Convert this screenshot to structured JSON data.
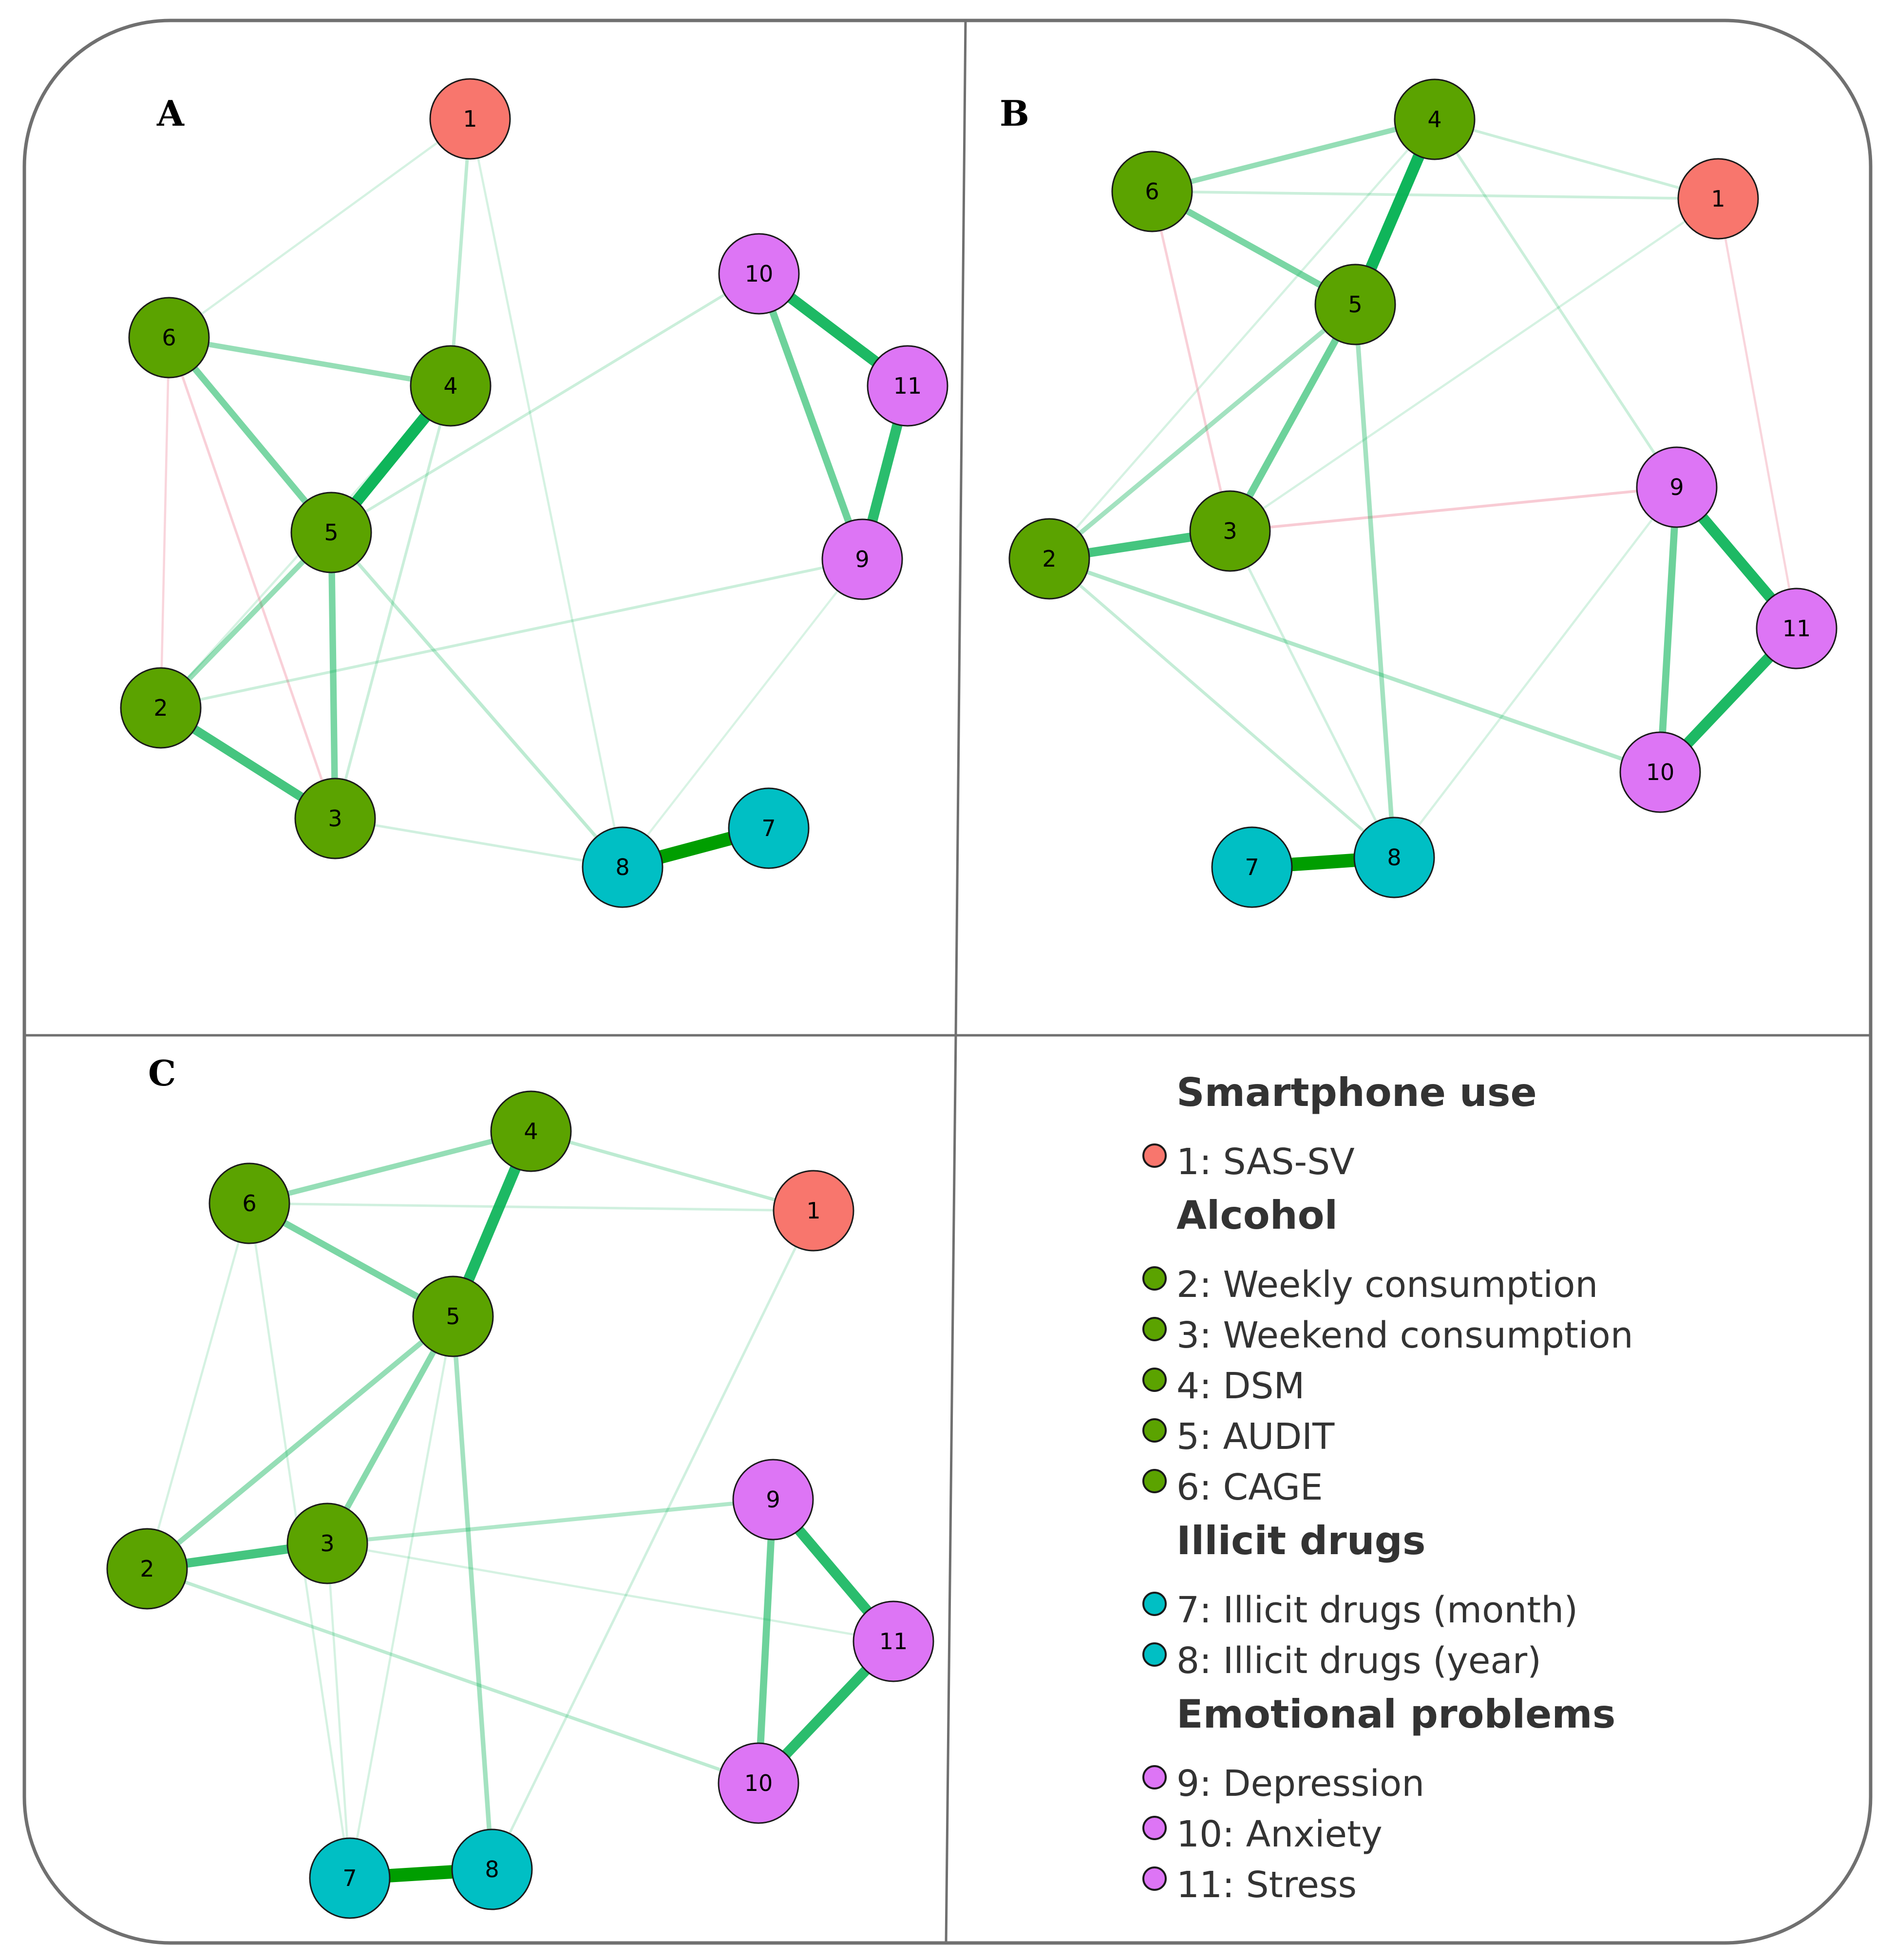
{
  "colors": {
    "smartphone": "#F8766D",
    "alcohol": "#5BA300",
    "drugs": "#00BFC4",
    "emotional": "#DD75F5",
    "positive_edge": "#00B050",
    "negative_edge": "#F08CA0",
    "frame": "#707070"
  },
  "panels": [
    {
      "letter": "A",
      "nodes": [
        {
          "id": "1",
          "group": "smartphone"
        },
        {
          "id": "2",
          "group": "alcohol"
        },
        {
          "id": "3",
          "group": "alcohol"
        },
        {
          "id": "4",
          "group": "alcohol"
        },
        {
          "id": "5",
          "group": "alcohol"
        },
        {
          "id": "6",
          "group": "alcohol"
        },
        {
          "id": "7",
          "group": "drugs"
        },
        {
          "id": "8",
          "group": "drugs"
        },
        {
          "id": "9",
          "group": "emotional"
        },
        {
          "id": "10",
          "group": "emotional"
        },
        {
          "id": "11",
          "group": "emotional"
        }
      ],
      "edges": [
        {
          "from": "7",
          "to": "8",
          "weight": 0.95,
          "sign": "positive"
        },
        {
          "from": "4",
          "to": "5",
          "weight": 0.8,
          "sign": "positive"
        },
        {
          "from": "10",
          "to": "11",
          "weight": 0.75,
          "sign": "positive"
        },
        {
          "from": "9",
          "to": "11",
          "weight": 0.7,
          "sign": "positive"
        },
        {
          "from": "2",
          "to": "3",
          "weight": 0.6,
          "sign": "positive"
        },
        {
          "from": "9",
          "to": "10",
          "weight": 0.45,
          "sign": "positive"
        },
        {
          "from": "6",
          "to": "5",
          "weight": 0.4,
          "sign": "positive"
        },
        {
          "from": "5",
          "to": "3",
          "weight": 0.4,
          "sign": "positive"
        },
        {
          "from": "6",
          "to": "4",
          "weight": 0.3,
          "sign": "positive"
        },
        {
          "from": "5",
          "to": "2",
          "weight": 0.3,
          "sign": "positive"
        },
        {
          "from": "1",
          "to": "4",
          "weight": 0.15,
          "sign": "positive"
        },
        {
          "from": "5",
          "to": "8",
          "weight": 0.15,
          "sign": "positive"
        },
        {
          "from": "2",
          "to": "9",
          "weight": 0.1,
          "sign": "positive"
        },
        {
          "from": "5",
          "to": "10",
          "weight": 0.1,
          "sign": "positive"
        },
        {
          "from": "4",
          "to": "3",
          "weight": 0.1,
          "sign": "positive"
        },
        {
          "from": "3",
          "to": "8",
          "weight": 0.08,
          "sign": "positive"
        },
        {
          "from": "1",
          "to": "6",
          "weight": 0.06,
          "sign": "positive"
        },
        {
          "from": "1",
          "to": "8",
          "weight": 0.06,
          "sign": "positive"
        },
        {
          "from": "4",
          "to": "2",
          "weight": 0.06,
          "sign": "positive"
        },
        {
          "from": "6",
          "to": "3",
          "weight": 0.08,
          "sign": "negative"
        },
        {
          "from": "6",
          "to": "2",
          "weight": 0.06,
          "sign": "negative"
        },
        {
          "from": "8",
          "to": "9",
          "weight": 0.05,
          "sign": "positive"
        }
      ]
    },
    {
      "letter": "B",
      "nodes": [
        {
          "id": "1",
          "group": "smartphone"
        },
        {
          "id": "2",
          "group": "alcohol"
        },
        {
          "id": "3",
          "group": "alcohol"
        },
        {
          "id": "4",
          "group": "alcohol"
        },
        {
          "id": "5",
          "group": "alcohol"
        },
        {
          "id": "6",
          "group": "alcohol"
        },
        {
          "id": "7",
          "group": "drugs"
        },
        {
          "id": "8",
          "group": "drugs"
        },
        {
          "id": "9",
          "group": "emotional"
        },
        {
          "id": "10",
          "group": "emotional"
        },
        {
          "id": "11",
          "group": "emotional"
        }
      ],
      "edges": [
        {
          "from": "7",
          "to": "8",
          "weight": 0.95,
          "sign": "positive"
        },
        {
          "from": "4",
          "to": "5",
          "weight": 0.8,
          "sign": "positive"
        },
        {
          "from": "9",
          "to": "11",
          "weight": 0.75,
          "sign": "positive"
        },
        {
          "from": "11",
          "to": "10",
          "weight": 0.75,
          "sign": "positive"
        },
        {
          "from": "2",
          "to": "3",
          "weight": 0.6,
          "sign": "positive"
        },
        {
          "from": "9",
          "to": "10",
          "weight": 0.45,
          "sign": "positive"
        },
        {
          "from": "5",
          "to": "3",
          "weight": 0.45,
          "sign": "positive"
        },
        {
          "from": "6",
          "to": "5",
          "weight": 0.4,
          "sign": "positive"
        },
        {
          "from": "6",
          "to": "4",
          "weight": 0.3,
          "sign": "positive"
        },
        {
          "from": "5",
          "to": "2",
          "weight": 0.25,
          "sign": "positive"
        },
        {
          "from": "5",
          "to": "8",
          "weight": 0.25,
          "sign": "positive"
        },
        {
          "from": "2",
          "to": "10",
          "weight": 0.2,
          "sign": "positive"
        },
        {
          "from": "2",
          "to": "8",
          "weight": 0.12,
          "sign": "positive"
        },
        {
          "from": "6",
          "to": "1",
          "weight": 0.1,
          "sign": "positive"
        },
        {
          "from": "4",
          "to": "1",
          "weight": 0.1,
          "sign": "positive"
        },
        {
          "from": "4",
          "to": "9",
          "weight": 0.1,
          "sign": "positive"
        },
        {
          "from": "3",
          "to": "8",
          "weight": 0.08,
          "sign": "positive"
        },
        {
          "from": "3",
          "to": "1",
          "weight": 0.06,
          "sign": "positive"
        },
        {
          "from": "8",
          "to": "9",
          "weight": 0.06,
          "sign": "positive"
        },
        {
          "from": "4",
          "to": "2",
          "weight": 0.06,
          "sign": "positive"
        },
        {
          "from": "3",
          "to": "9",
          "weight": 0.1,
          "sign": "negative"
        },
        {
          "from": "6",
          "to": "3",
          "weight": 0.08,
          "sign": "negative"
        },
        {
          "from": "1",
          "to": "11",
          "weight": 0.06,
          "sign": "negative"
        }
      ]
    },
    {
      "letter": "C",
      "nodes": [
        {
          "id": "1",
          "group": "smartphone"
        },
        {
          "id": "2",
          "group": "alcohol"
        },
        {
          "id": "3",
          "group": "alcohol"
        },
        {
          "id": "4",
          "group": "alcohol"
        },
        {
          "id": "5",
          "group": "alcohol"
        },
        {
          "id": "6",
          "group": "alcohol"
        },
        {
          "id": "7",
          "group": "drugs"
        },
        {
          "id": "8",
          "group": "drugs"
        },
        {
          "id": "9",
          "group": "emotional"
        },
        {
          "id": "10",
          "group": "emotional"
        },
        {
          "id": "11",
          "group": "emotional"
        }
      ],
      "edges": [
        {
          "from": "7",
          "to": "8",
          "weight": 0.95,
          "sign": "positive"
        },
        {
          "from": "4",
          "to": "5",
          "weight": 0.75,
          "sign": "positive"
        },
        {
          "from": "9",
          "to": "11",
          "weight": 0.7,
          "sign": "positive"
        },
        {
          "from": "11",
          "to": "10",
          "weight": 0.7,
          "sign": "positive"
        },
        {
          "from": "2",
          "to": "3",
          "weight": 0.6,
          "sign": "positive"
        },
        {
          "from": "9",
          "to": "10",
          "weight": 0.45,
          "sign": "positive"
        },
        {
          "from": "6",
          "to": "5",
          "weight": 0.4,
          "sign": "positive"
        },
        {
          "from": "5",
          "to": "3",
          "weight": 0.35,
          "sign": "positive"
        },
        {
          "from": "6",
          "to": "4",
          "weight": 0.3,
          "sign": "positive"
        },
        {
          "from": "5",
          "to": "2",
          "weight": 0.3,
          "sign": "positive"
        },
        {
          "from": "5",
          "to": "8",
          "weight": 0.25,
          "sign": "positive"
        },
        {
          "from": "3",
          "to": "9",
          "weight": 0.2,
          "sign": "positive"
        },
        {
          "from": "4",
          "to": "1",
          "weight": 0.15,
          "sign": "positive"
        },
        {
          "from": "2",
          "to": "10",
          "weight": 0.15,
          "sign": "positive"
        },
        {
          "from": "6",
          "to": "1",
          "weight": 0.08,
          "sign": "positive"
        },
        {
          "from": "1",
          "to": "8",
          "weight": 0.08,
          "sign": "positive"
        },
        {
          "from": "6",
          "to": "7",
          "weight": 0.06,
          "sign": "positive"
        },
        {
          "from": "3",
          "to": "7",
          "weight": 0.06,
          "sign": "positive"
        },
        {
          "from": "5",
          "to": "7",
          "weight": 0.06,
          "sign": "positive"
        },
        {
          "from": "6",
          "to": "2",
          "weight": 0.06,
          "sign": "positive"
        },
        {
          "from": "3",
          "to": "11",
          "weight": 0.06,
          "sign": "positive"
        }
      ]
    }
  ],
  "legend": {
    "groups": [
      {
        "heading": "Smartphone use",
        "items": [
          {
            "label": "1: SAS-SV",
            "group": "smartphone"
          }
        ]
      },
      {
        "heading": "Alcohol",
        "items": [
          {
            "label": "2: Weekly consumption",
            "group": "alcohol"
          },
          {
            "label": "3: Weekend consumption",
            "group": "alcohol"
          },
          {
            "label": "4: DSM",
            "group": "alcohol"
          },
          {
            "label": "5: AUDIT",
            "group": "alcohol"
          },
          {
            "label": "6: CAGE",
            "group": "alcohol"
          }
        ]
      },
      {
        "heading": "Illicit drugs",
        "items": [
          {
            "label": "7: Illicit drugs (month)",
            "group": "drugs"
          },
          {
            "label": "8: Illicit drugs (year)",
            "group": "drugs"
          }
        ]
      },
      {
        "heading": "Emotional problems",
        "items": [
          {
            "label": "9: Depression",
            "group": "emotional"
          },
          {
            "label": "10: Anxiety",
            "group": "emotional"
          },
          {
            "label": "11: Stress",
            "group": "emotional"
          }
        ]
      }
    ]
  }
}
